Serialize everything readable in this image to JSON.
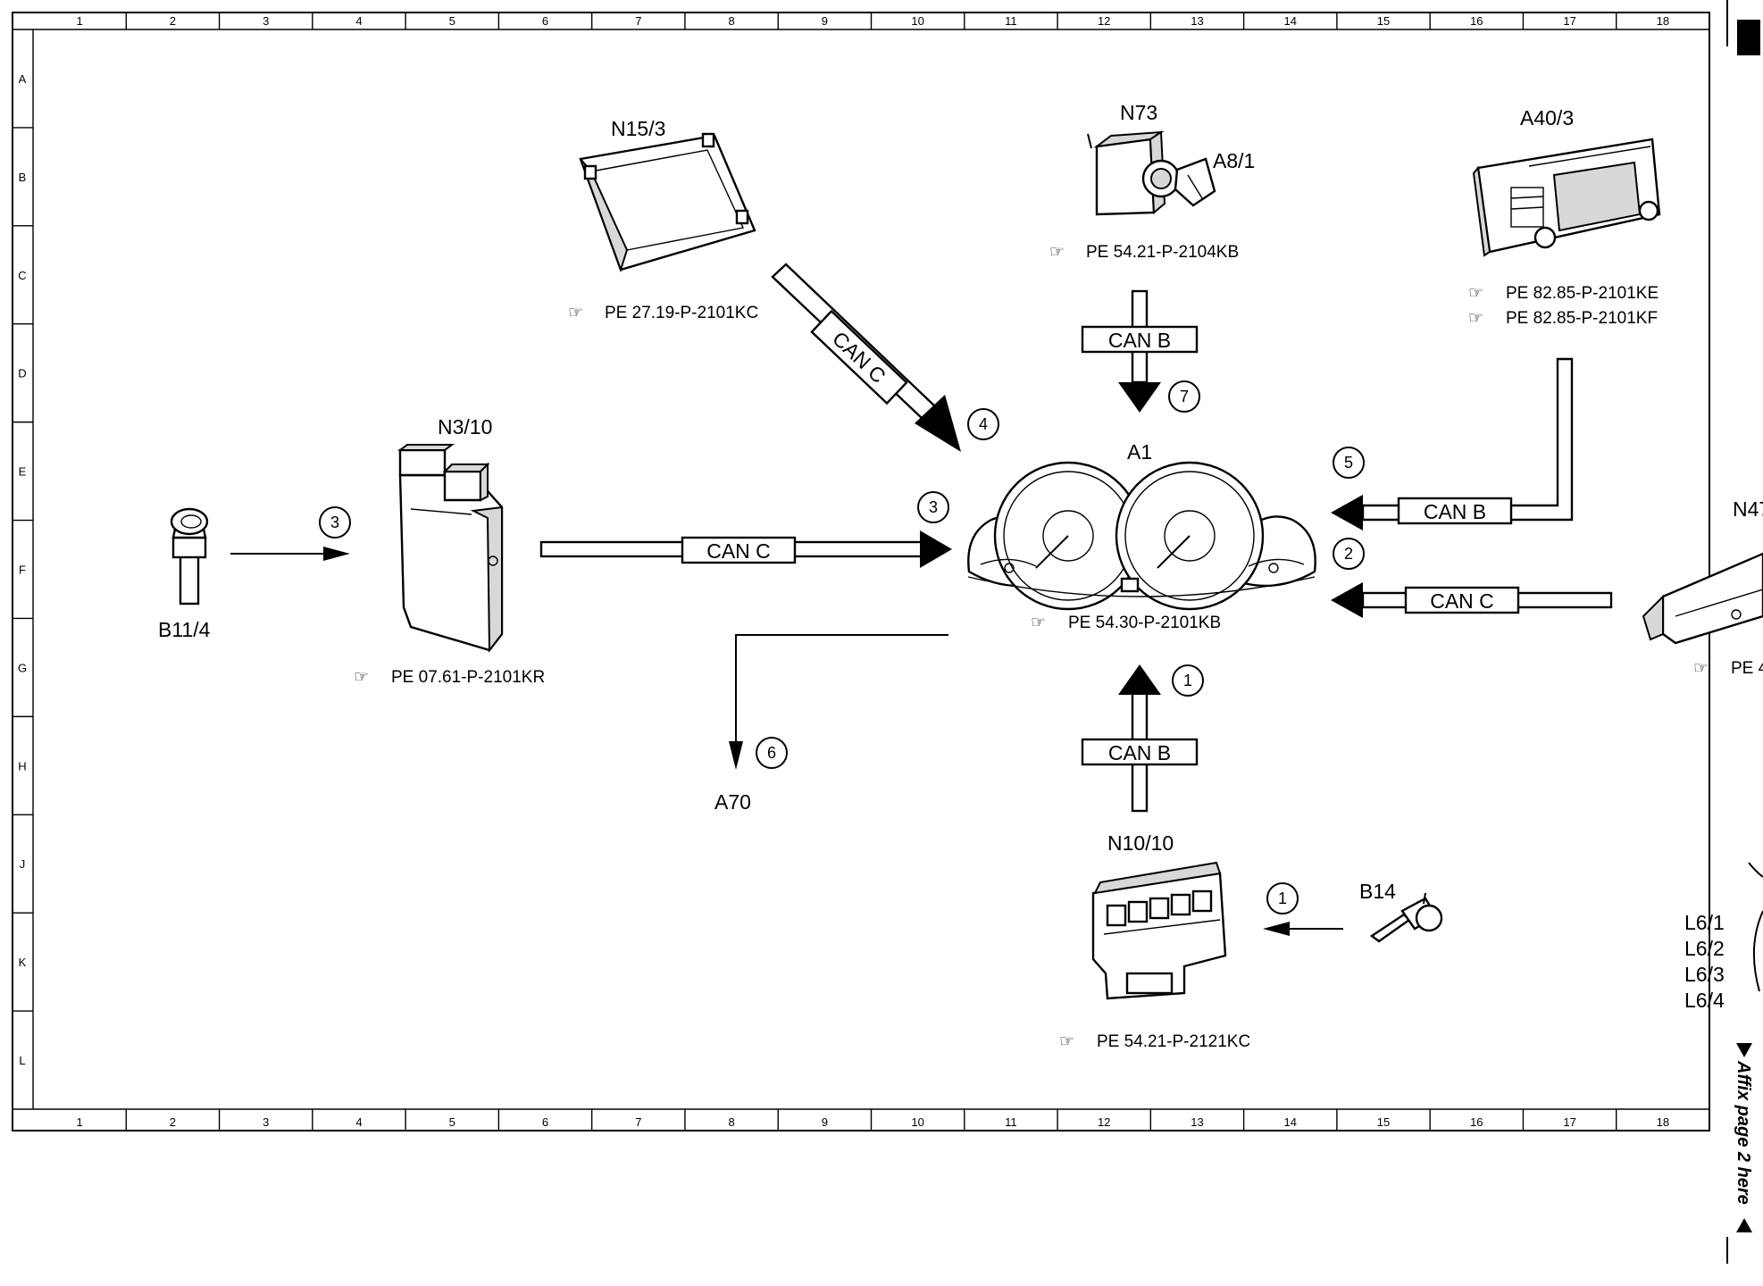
{
  "grid": {
    "columns": [
      "1",
      "2",
      "3",
      "4",
      "5",
      "6",
      "7",
      "8",
      "9",
      "10",
      "11",
      "12",
      "13",
      "14",
      "15",
      "16",
      "17",
      "18"
    ],
    "rows": [
      "A",
      "B",
      "C",
      "D",
      "E",
      "F",
      "G",
      "H",
      "J",
      "K",
      "L"
    ]
  },
  "components": {
    "n15_3": {
      "label": "N15/3",
      "ref": "PE 27.19-P-2101KC"
    },
    "n73": {
      "label": "N73",
      "ref": "PE 54.21-P-2104KB"
    },
    "a8_1": {
      "label": "A8/1"
    },
    "a40_3": {
      "label": "A40/3",
      "ref1": "PE 82.85-P-2101KE",
      "ref2": "PE 82.85-P-2101KF"
    },
    "n3_10": {
      "label": "N3/10",
      "ref": "PE 07.61-P-2101KR"
    },
    "b11_4": {
      "label": "B11/4"
    },
    "a1": {
      "label": "A1",
      "ref": "PE 54.30-P-2101KB"
    },
    "n47": {
      "label": "N47",
      "ref": "PE 4"
    },
    "a70": {
      "label": "A70"
    },
    "n10_10": {
      "label": "N10/10",
      "ref": "PE 54.21-P-2121KC"
    },
    "b14": {
      "label": "B14"
    },
    "l6": {
      "labels": [
        "L6/1",
        "L6/2",
        "L6/3",
        "L6/4"
      ]
    }
  },
  "buses": {
    "can_c_n15": "CAN C",
    "can_b_n73": "CAN B",
    "can_c_n3": "CAN C",
    "can_b_a40": "CAN B",
    "can_c_n47": "CAN C",
    "can_b_n10": "CAN B"
  },
  "markers": {
    "m3_b11": "3",
    "m4": "4",
    "m7": "7",
    "m3_a1": "3",
    "m5": "5",
    "m2": "2",
    "m1_a1": "1",
    "m6": "6",
    "m1_b14": "1"
  },
  "sidebar": {
    "affix_text": "Affix page 2 here"
  }
}
